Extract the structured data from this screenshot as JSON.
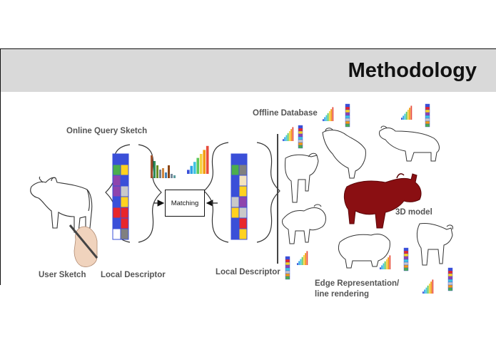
{
  "slide": {
    "title": "Methodology",
    "labels": {
      "online_query_sketch": "Online Query Sketch",
      "offline_database": "Offline Database",
      "user_sketch": "User Sketch",
      "local_descriptor_left": "Local Descriptor",
      "local_descriptor_right": "Local Descriptor",
      "matching": "Matching",
      "model_3d": "3D model",
      "edge_line1": "Edge Representation/",
      "edge_line2": "line rendering"
    }
  },
  "colors": {
    "title_bar": "#d9d9d9",
    "descriptor_border": "#3a4fd8",
    "model_fill": "#8a0f12",
    "text": "#555555"
  },
  "descriptor_left_cells": [
    "#3a4fd8",
    "#3a4fd8",
    "#4cae4c",
    "#ffd21f",
    "#8e44ad",
    "#3a4fd8",
    "#8e44ad",
    "#c9c9c9",
    "#3a4fd8",
    "#ffd21f",
    "#e8262b",
    "#e8262b",
    "#3a4fd8",
    "#e8262b",
    "#ffffff",
    "#808080"
  ],
  "descriptor_right_cells": [
    "#3a4fd8",
    "#3a4fd8",
    "#4cae4c",
    "#808080",
    "#3a4fd8",
    "#f3e3c0",
    "#3a4fd8",
    "#ffd21f",
    "#c9c9c9",
    "#8e44ad",
    "#ffd21f",
    "#c9c9c9",
    "#3a4fd8",
    "#e8262b",
    "#3a4fd8",
    "#ffd21f"
  ],
  "icons": [
    "cow-sketch-icon",
    "hand-pen-icon",
    "bar-histogram-icon",
    "color-strip-icon",
    "cow-3d-model-icon",
    "arrow-icon"
  ]
}
